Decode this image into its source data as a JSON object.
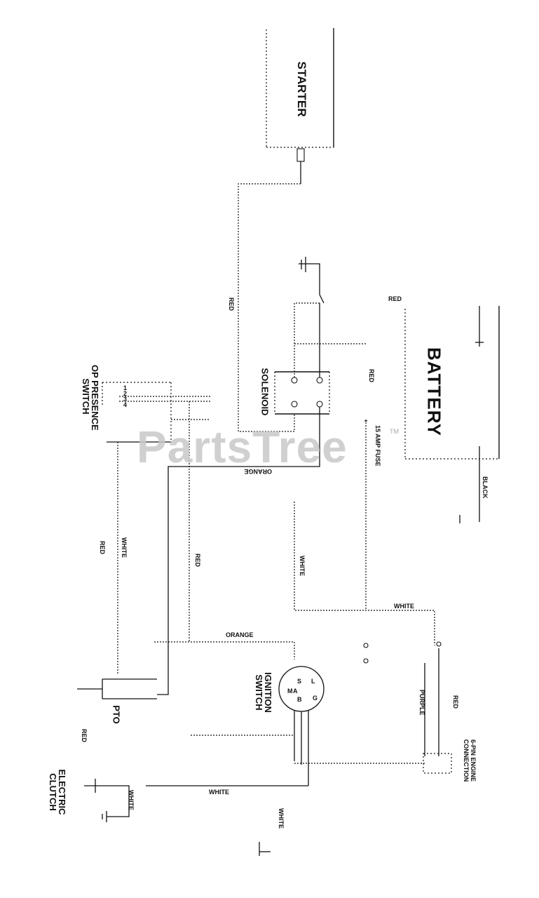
{
  "watermark": {
    "text": "PartsTree",
    "trademark": "TM"
  },
  "components": {
    "starter": "STARTER",
    "battery": "BATTERY",
    "solenoid": "SOLENOID",
    "fuse": "15 AMP FUSE",
    "op_presence_switch_line1": "OP PRESENCE",
    "op_presence_switch_line2": "SWITCH",
    "ignition_switch_line1": "IGNITION",
    "ignition_switch_line2": "SWITCH",
    "pto": "PTO",
    "electric_clutch_line1": "ELECTRIC",
    "electric_clutch_line2": "CLUTCH",
    "engine_connection_line1": "6-PIN ENGINE",
    "engine_connection_line2": "CONNECTION"
  },
  "wire_labels": {
    "red_starter": "RED",
    "red_top": "RED",
    "red_solenoid": "RED",
    "black_battery": "BLACK",
    "orange_solenoid": "ORANGE",
    "white_op": "WHITE",
    "red_op": "RED",
    "red_mid": "RED",
    "white_mid": "WHITE",
    "white_right": "WHITE",
    "orange_ignition": "ORANGE",
    "purple_engine": "PURPLE",
    "red_engine": "RED",
    "red_pto": "RED",
    "white_clutch": "WHITE",
    "white_bottom": "WHITE",
    "white_bottom2": "WHITE"
  },
  "ignition_terminals": [
    "L",
    "S",
    "G",
    "A",
    "M",
    "B"
  ],
  "op_switch_terminals": [
    "1",
    "2",
    "3",
    "4"
  ]
}
